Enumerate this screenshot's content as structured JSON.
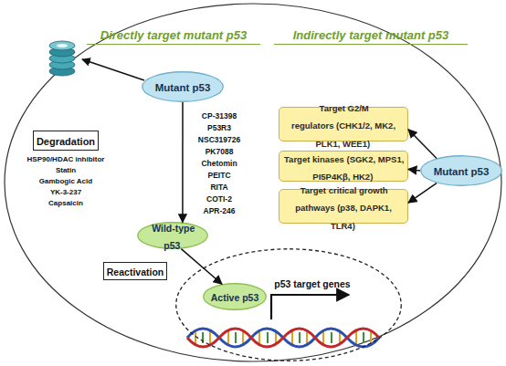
{
  "diagram": {
    "nodes": [
      {
        "text": [
          "Mutant p53"
        ]
      },
      {
        "text": [
          "Degradation"
        ]
      },
      {
        "text": [
          "Wild-type p53"
        ]
      },
      {
        "text": [
          "Reactivation"
        ]
      },
      {
        "text": [
          "p53 target genes"
        ]
      },
      {
        "text": [
          "Active p53"
        ],
        "in": 4
      },
      {
        "text": [
          "Mutant p53"
        ]
      },
      {
        "text": [
          "Target G2/M regulators",
          "(CHK1/2, MK2, PLK1, WEE1)"
        ]
      },
      {
        "text": [
          "Target kinases",
          "(SGK2, MPS1, PI5P4Kβ, HK2)"
        ]
      },
      {
        "text": [
          "Target critical growth pathways",
          "(p38, DAPK1, TLR4)"
        ]
      }
    ],
    "edges": [
      {
        "from": 0,
        "to": 2,
        "arrow": "to"
      },
      {
        "from": 2,
        "to": 5,
        "arrow": "to"
      },
      {
        "from": 6,
        "to": 7,
        "arrow": "to"
      },
      {
        "from": 6,
        "to": 8,
        "arrow": "to"
      },
      {
        "from": 6,
        "to": 9,
        "arrow": "to"
      }
    ],
    "labels": [
      "Directly target mutant p53",
      "Indirectly target mutant p53",
      "HSP90/HDAC inhibitor",
      "Statin",
      "Gambogic Acid",
      "YK-3-237",
      "Capsaicin",
      "CP-31398",
      "P53R3",
      "NSC319726",
      "PK7088",
      "Chetomin",
      "PEITC",
      "RITA",
      "COTI-2",
      "APR-246"
    ]
  }
}
